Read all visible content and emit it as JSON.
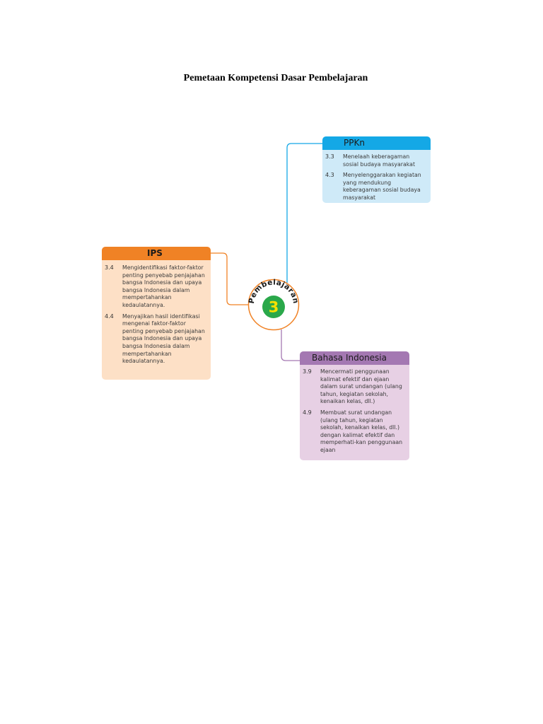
{
  "page": {
    "title": "Pemetaan Kompetensi Dasar  Pembelajaran"
  },
  "hub": {
    "label": "Pembelajaran",
    "number": "3"
  },
  "cards": {
    "ppkn": {
      "title": "PPKn",
      "items": [
        {
          "code": "3.3",
          "text": "Menelaah keberagaman sosial budaya masyarakat"
        },
        {
          "code": "4.3",
          "text": "Menyelenggarakan kegiatan yang mendukung keberagaman sosial budaya masyarakat"
        }
      ]
    },
    "ips": {
      "title": "IPS",
      "items": [
        {
          "code": "3.4",
          "text": "Mengidentifikasi faktor-faktor penting penyebab penjajahan bangsa Indonesia dan upaya bangsa Indonesia dalam mempertahankan kedaulatannya."
        },
        {
          "code": "4.4",
          "text": "Menyajikan hasil identifikasi mengenai faktor-faktor penting penyebab penjajahan bangsa Indonesia dan upaya bangsa Indonesia dalam mempertahankan kedaulatannya."
        }
      ]
    },
    "bahasa": {
      "title": "Bahasa Indonesia",
      "items": [
        {
          "code": "3.9",
          "text": "Mencermati penggunaan kalimat efektif dan ejaan dalam surat undangan (ulang tahun, kegiatan sekolah, kenaikan kelas, dll.)"
        },
        {
          "code": "4.9",
          "text": "Membuat surat undangan (ulang tahun, kegiatan sekolah, kenaikan kelas, dll.) dengan kalimat efektif dan memperhati-kan penggunaan ejaan"
        }
      ]
    }
  },
  "colors": {
    "ppkn_header": "#14a8e6",
    "ppkn_body": "#cfeaf8",
    "ips_header": "#f08225",
    "ips_body": "#fde0c6",
    "bahasa_header": "#a478b2",
    "bahasa_body": "#e7d0e4",
    "hub_ring": "#f08225",
    "hub_center": "#2aa84a",
    "hub_number": "#f5e100"
  }
}
